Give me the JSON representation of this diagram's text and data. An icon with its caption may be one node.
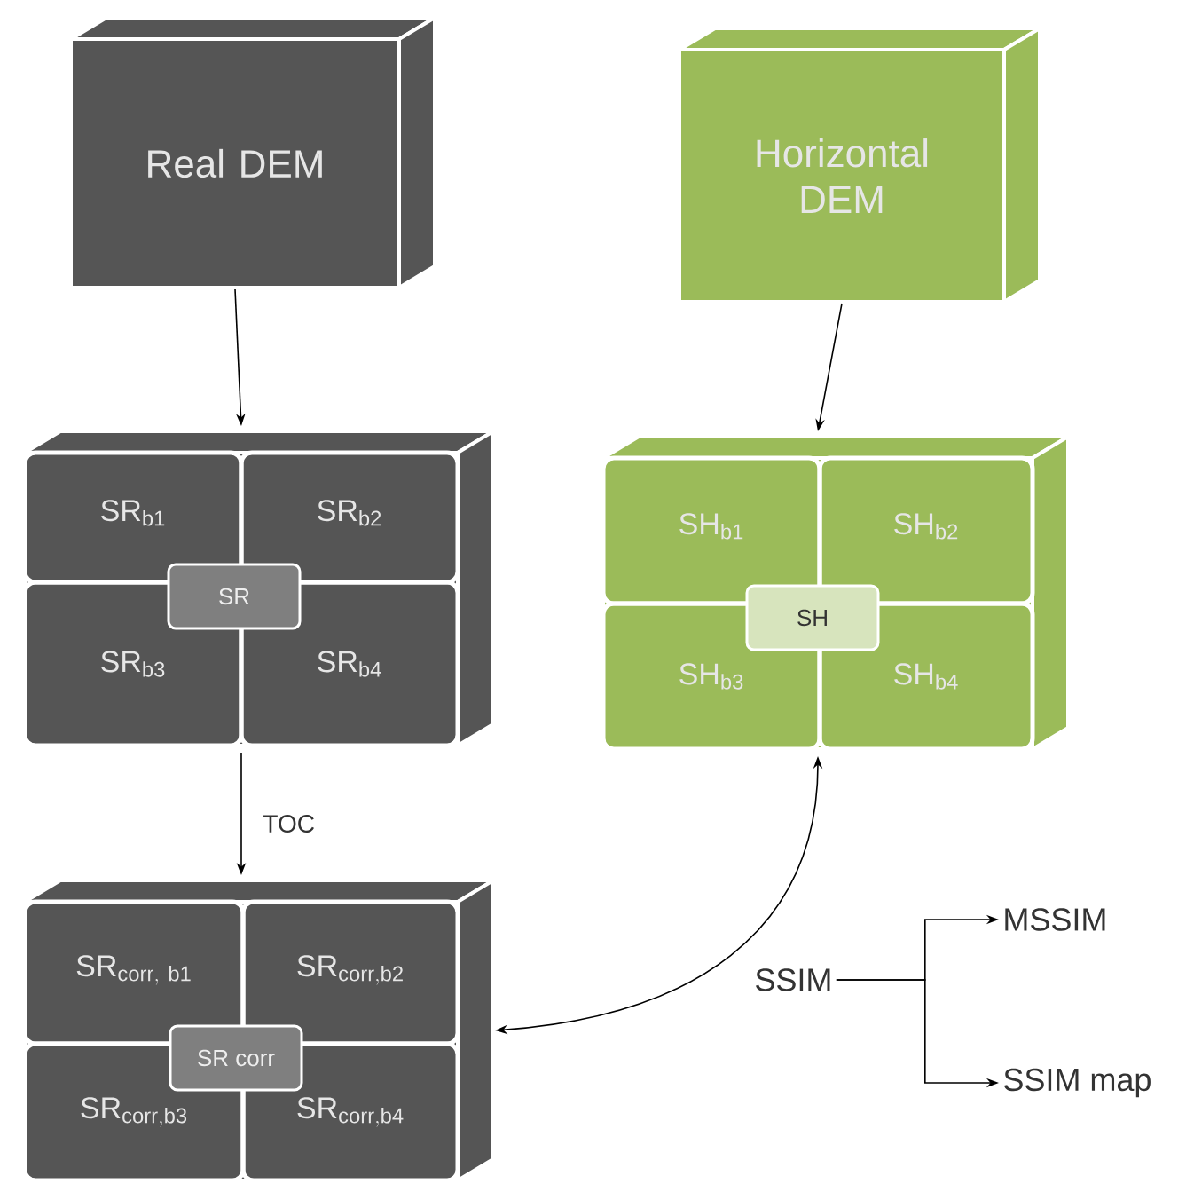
{
  "diagram": {
    "nodes": [
      {
        "text": [
          "Real DEM"
        ]
      },
      {
        "text": [
          "Horizontal DEM"
        ]
      },
      {
        "text": [],
        "shape": "box"
      },
      {
        "text": [
          "\\mathrm{SR}_{\\mathrm{b1}}"
        ],
        "in": 2
      },
      {
        "text": [
          "\\mathrm{SR}_{\\mathrm{b2}}"
        ],
        "in": 2
      },
      {
        "text": [
          "\\mathrm{SR}_{\\mathrm{b3}}"
        ],
        "in": 2
      },
      {
        "text": [
          "\\mathrm{SR}_{\\mathrm{b4}}"
        ],
        "in": 2
      },
      {
        "text": [
          "SR"
        ],
        "in": 2
      },
      {
        "text": [],
        "shape": "box"
      },
      {
        "text": [
          "\\mathrm{SH}_{\\mathrm{b1}}"
        ],
        "in": 8
      },
      {
        "text": [
          "\\mathrm{SH}_{\\mathrm{b2}}"
        ],
        "in": 8
      },
      {
        "text": [
          "\\mathrm{SH}_{\\mathrm{b3}}"
        ],
        "in": 8
      },
      {
        "text": [
          "\\mathrm{SH}_{\\mathrm{b4}}"
        ],
        "in": 8
      },
      {
        "text": [
          "SH"
        ],
        "in": 8
      },
      {
        "text": [],
        "shape": "box"
      },
      {
        "text": [
          "\\mathrm{SR}_{\\mathrm{corr,\\ b1}}"
        ],
        "in": 14
      },
      {
        "text": [
          "\\mathrm{SR}_{\\mathrm{corr,b2}}"
        ],
        "in": 14
      },
      {
        "text": [
          "\\mathrm{SR}_{\\mathrm{corr,b3}}"
        ],
        "in": 14
      },
      {
        "text": [
          "\\mathrm{SR}_{\\mathrm{corr,b4}}"
        ],
        "in": 14
      },
      {
        "text": [
          "SR corr"
        ],
        "in": 14
      },
      {
        "text": [
          "SSIM"
        ]
      },
      {
        "text": [
          "MSSIM"
        ]
      },
      {
        "text": [
          "SSIM map"
        ]
      }
    ],
    "edges": [
      {
        "from": 0,
        "to": 2,
        "arrow": "to"
      },
      {
        "from": 1,
        "to": 8,
        "arrow": "to"
      },
      {
        "from": 2,
        "to": 14,
        "arrow": "to",
        "label": "TOC"
      },
      {
        "from": 14,
        "to": 8,
        "arrow": "both"
      },
      {
        "from": 20,
        "to": 21,
        "arrow": "to"
      },
      {
        "from": 20,
        "to": 22,
        "arrow": "to"
      }
    ]
  }
}
